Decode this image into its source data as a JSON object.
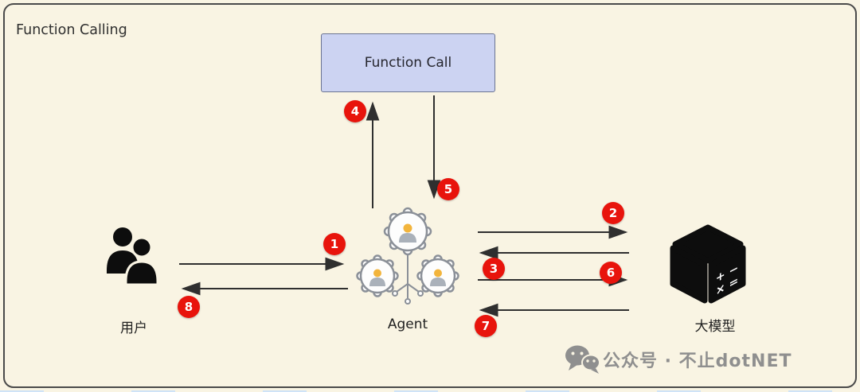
{
  "title": "Function Calling",
  "boxes": {
    "function_call": "Function Call"
  },
  "nodes": {
    "user": {
      "label": "用户"
    },
    "agent": {
      "label": "Agent"
    },
    "llm": {
      "label": "大模型"
    }
  },
  "steps": [
    "1",
    "2",
    "3",
    "4",
    "5",
    "6",
    "7",
    "8"
  ],
  "watermark": "公众号 · 不止dotNET",
  "colors": {
    "background": "#f9f4e3",
    "border": "#4a4a4a",
    "fc_fill": "#ccd3f2",
    "fc_border": "#6b7492",
    "badge": "#e8140c",
    "arrow": "#2f2f2f",
    "gray": "#8f8f8f"
  }
}
